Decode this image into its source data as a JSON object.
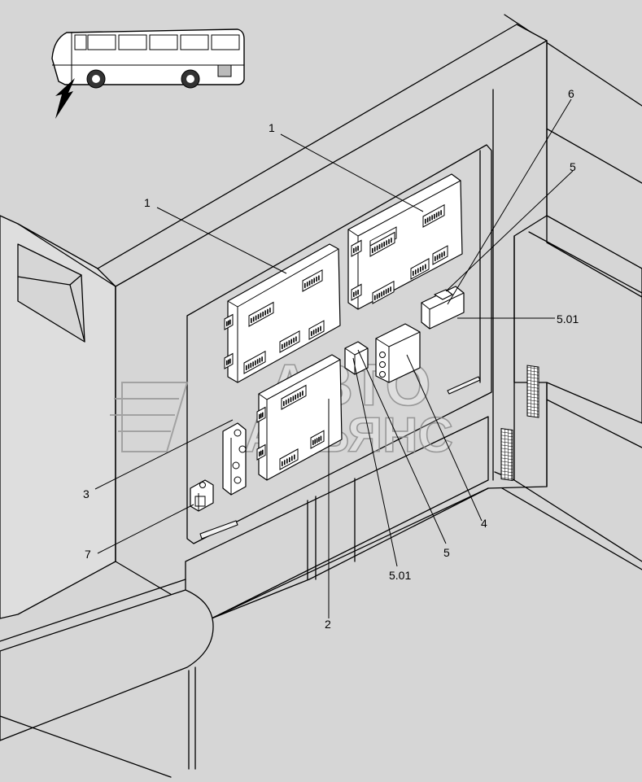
{
  "watermark": {
    "line1": "АВТО",
    "line2": "АЛЬЯНС"
  },
  "callouts": [
    {
      "id": "c1a",
      "text": "1"
    },
    {
      "id": "c1b",
      "text": "1"
    },
    {
      "id": "c6",
      "text": "6"
    },
    {
      "id": "c5a",
      "text": "5"
    },
    {
      "id": "c501a",
      "text": "5.01"
    },
    {
      "id": "c3",
      "text": "3"
    },
    {
      "id": "c7",
      "text": "7"
    },
    {
      "id": "c2",
      "text": "2"
    },
    {
      "id": "c501b",
      "text": "5.01"
    },
    {
      "id": "c5b",
      "text": "5"
    },
    {
      "id": "c4",
      "text": "4"
    }
  ]
}
